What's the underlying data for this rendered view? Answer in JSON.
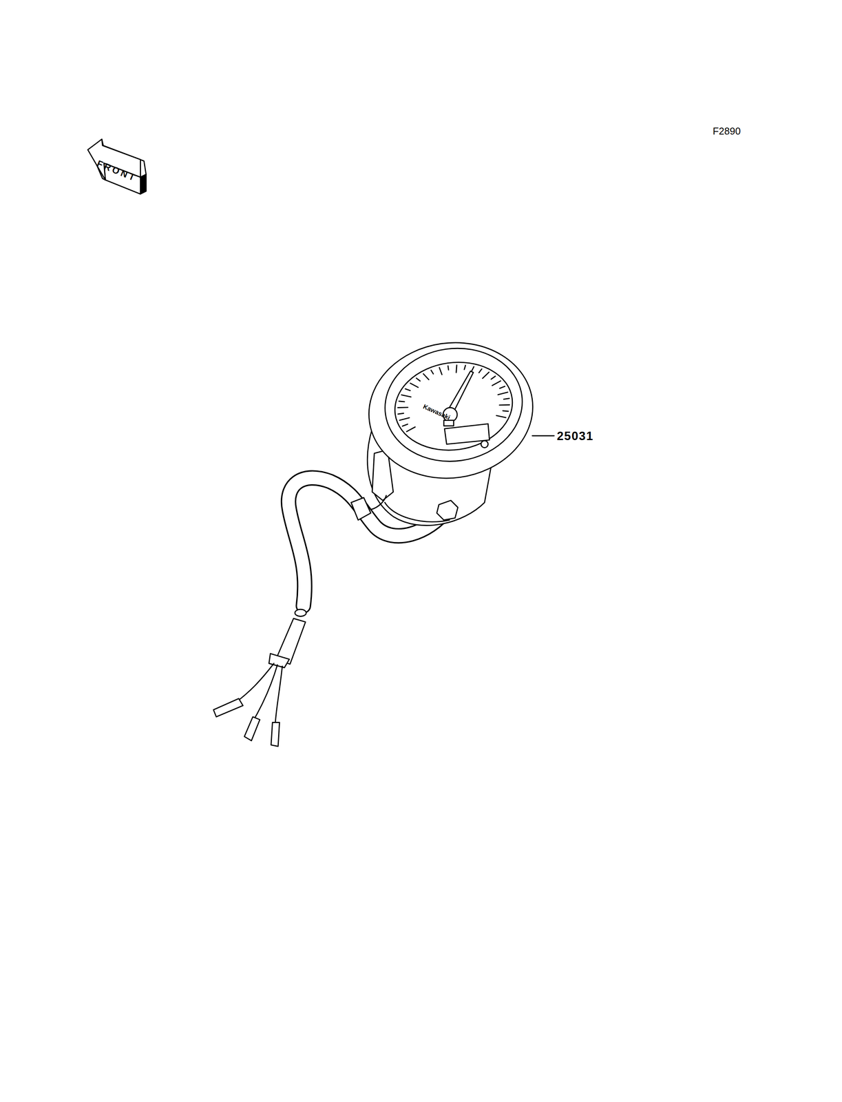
{
  "diagram": {
    "labels": [
      "F2890",
      "FRONT",
      "25031",
      "Kawasaki"
    ]
  }
}
